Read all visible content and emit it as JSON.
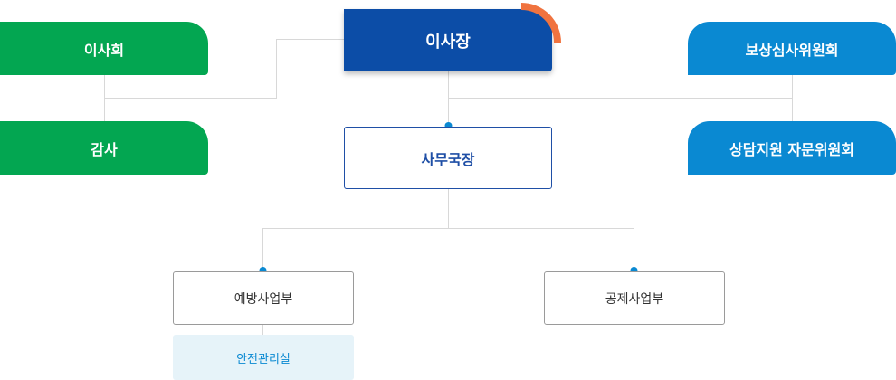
{
  "colors": {
    "green": "#03a651",
    "navy": "#0c4da7",
    "sky": "#0a89d2",
    "orange": "#f0733f",
    "line": "#d8d8d8",
    "dot": "#0a89d2"
  },
  "nodes": {
    "chairman": "이사장",
    "board": "이사회",
    "audit": "감사",
    "compensation_committee": "보상심사위원회",
    "counseling_committee": "상담지원 자문위원회",
    "secretary_general": "사무국장",
    "prevention_dept": "예방사업부",
    "mutual_aid_dept": "공제사업부",
    "safety_office": "안전관리실"
  }
}
